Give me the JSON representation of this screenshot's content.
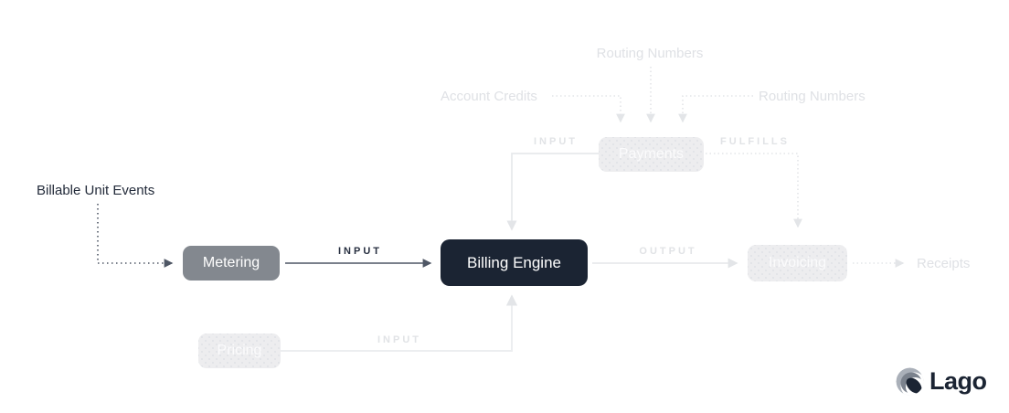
{
  "diagram": {
    "nodes": {
      "metering": "Metering",
      "billing_engine": "Billing Engine",
      "payments": "Payments",
      "invoicing": "Invoicing",
      "pricing": "Pricing"
    },
    "edge_labels": {
      "metering_to_billing_input": "INPUT",
      "payments_to_billing_input": "INPUT",
      "pricing_to_billing_input": "INPUT",
      "billing_to_invoicing_output": "OUTPUT",
      "payments_fulfills": "FULFILLS"
    },
    "external_labels": {
      "billable_unit_events": "Billable Unit Events",
      "account_credits": "Account Credits",
      "routing_numbers_top": "Routing Numbers",
      "routing_numbers_right": "Routing Numbers",
      "receipts": "Receipts"
    },
    "colors": {
      "background": "#ffffff",
      "dark_node": "#1b2433",
      "gray_node": "#83888f",
      "faded_node": "#ededef",
      "dark_line": "#4f5765",
      "faded_line": "#e3e5e8",
      "dark_text": "#232b3a",
      "faded_text": "#dfe1e5"
    }
  },
  "branding": {
    "logo_text": "Lago",
    "logo_icon": "lago-sphere-icon"
  }
}
